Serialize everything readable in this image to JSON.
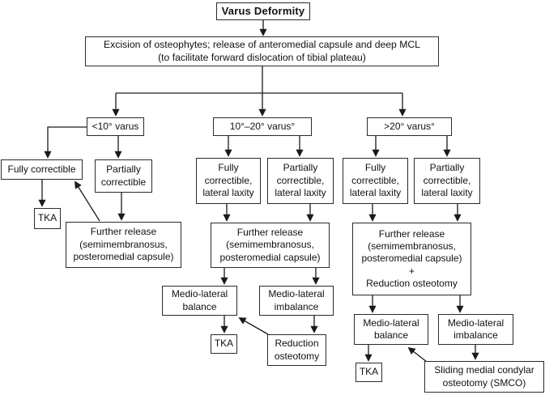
{
  "diagram_title": "Varus Deformity",
  "colors": {
    "background": "#ffffff",
    "box_border": "#2b2b2b",
    "box_fill": "#ffffff",
    "line": "#1a1a1a",
    "text": "#111111"
  },
  "nodes": {
    "root": {
      "label": "Varus Deformity"
    },
    "excision": {
      "label": "Excision of osteophytes; release of anteromedial capsule and deep MCL\n(to facilitate forward dislocation of tibial plateau)"
    },
    "varus_lt10": {
      "label": "<10° varus"
    },
    "varus_10_20": {
      "label": "10°–20° varus°"
    },
    "varus_gt20": {
      "label": ">20° varus°"
    },
    "fully_corr_left": {
      "label": "Fully correctible"
    },
    "partially_corr_left": {
      "label": "Partially\ncorrectible"
    },
    "tka_left": {
      "label": "TKA"
    },
    "further_release_left": {
      "label": "Further release\n(semimembranosus,\nposteromedial capsule)"
    },
    "fully_corr_mid": {
      "label": "Fully\ncorrectible,\nlateral laxity"
    },
    "partially_corr_mid": {
      "label": "Partially\ncorrectible,\nlateral laxity"
    },
    "further_release_mid": {
      "label": "Further release\n(semimembranosus,\nposteromedial capsule)"
    },
    "ml_balance_mid": {
      "label": "Medio-lateral\nbalance"
    },
    "ml_imbalance_mid": {
      "label": "Medio-lateral\nimbalance"
    },
    "tka_mid": {
      "label": "TKA"
    },
    "reduction_osteotomy": {
      "label": "Reduction\nosteotomy"
    },
    "fully_corr_right": {
      "label": "Fully\ncorrectible,\nlateral laxity"
    },
    "partially_corr_right": {
      "label": "Partially\ncorrectible,\nlateral laxity"
    },
    "further_release_right": {
      "label": "Further release\n(semimembranosus,\nposteromedial capsule)\n+\nReduction osteotomy"
    },
    "ml_balance_right": {
      "label": "Medio-lateral\nbalance"
    },
    "ml_imbalance_right": {
      "label": "Medio-lateral\nimbalance"
    },
    "tka_right": {
      "label": "TKA"
    },
    "smco": {
      "label": "Sliding medial condylar\nosteotomy (SMCO)"
    }
  }
}
